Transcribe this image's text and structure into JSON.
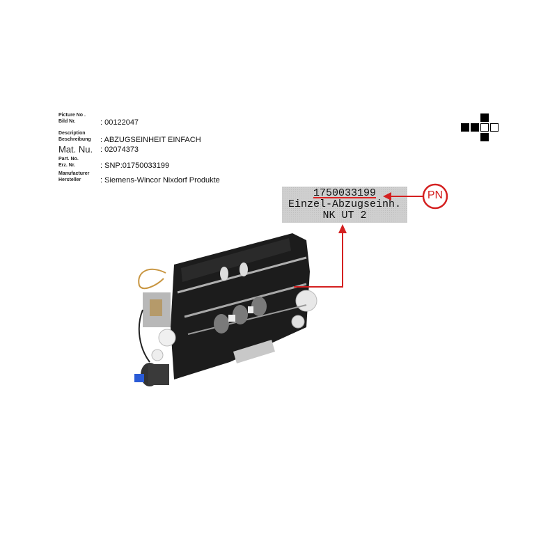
{
  "info": {
    "picture_no": {
      "label_en": "Picture No .",
      "label_de": "Bild Nr.",
      "value": ": 00122047"
    },
    "description": {
      "label_en": "Description",
      "label_de": "Beschreibung",
      "value": ": ABZUGSEINHEIT EINFACH"
    },
    "mat_nu": {
      "label": "Mat. Nu.",
      "value": ": 02074373"
    },
    "part_no": {
      "label_en": "Part. No.",
      "label_de": "Erz. Nr.",
      "value": ": SNP:01750033199"
    },
    "manufacturer": {
      "label_en": "Manufacturer",
      "label_de": "Hersteller",
      "value": ": Siemens-Wincor Nixdorf Produkte"
    }
  },
  "label_plate": {
    "line1": "1750033199",
    "line2": "Einzel-Abzugseinh.",
    "line3": "NK UT 2"
  },
  "callout": {
    "badge": "PN",
    "color": "#d42020"
  },
  "logo": {
    "icon": "cross-squares-logo"
  },
  "product": {
    "icon": "document-feeder-unit-photo"
  }
}
